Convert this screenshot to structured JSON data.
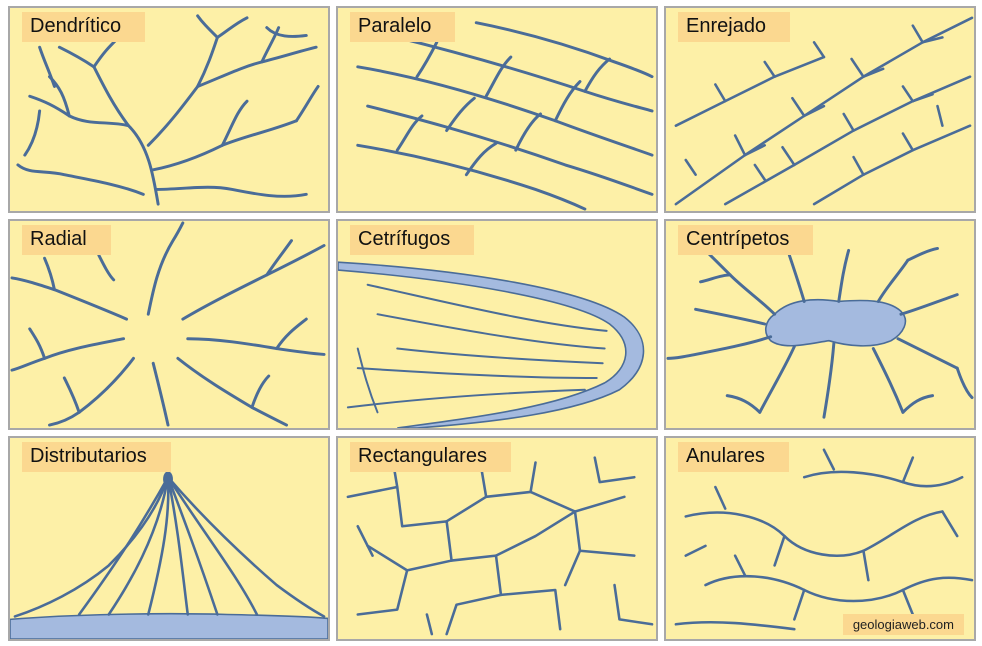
{
  "panels": [
    {
      "label": "Dendrítico"
    },
    {
      "label": "Paralelo"
    },
    {
      "label": "Enrejado"
    },
    {
      "label": "Radial"
    },
    {
      "label": "Cetrífugos"
    },
    {
      "label": "Centrípetos"
    },
    {
      "label": "Distributarios"
    },
    {
      "label": "Rectangulares"
    },
    {
      "label": "Anulares"
    }
  ],
  "credit": "geologiaweb.com",
  "colors": {
    "background": "#fdf0a7",
    "label_bg": "#fbd890",
    "river": "#4a6c98",
    "water": "#a4badf",
    "border": "#a8a8a8"
  }
}
